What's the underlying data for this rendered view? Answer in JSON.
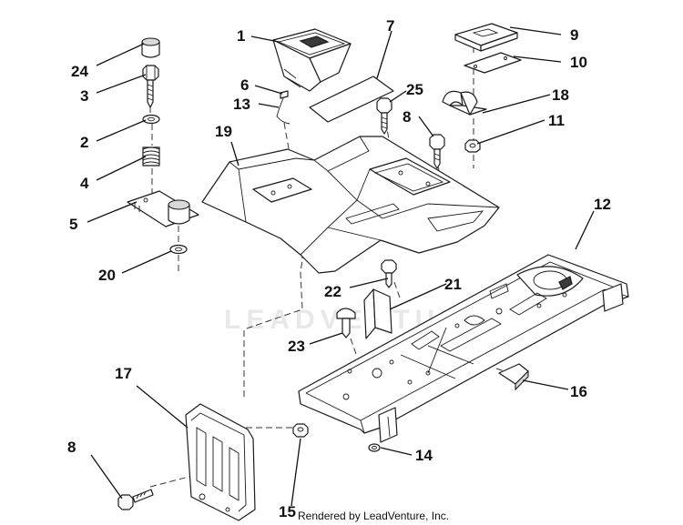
{
  "watermark": "LEADVENTURE",
  "credit": "Rendered by LeadVenture, Inc.",
  "callouts": {
    "c1": "1",
    "c2": "2",
    "c3": "3",
    "c4": "4",
    "c5": "5",
    "c6": "6",
    "c7": "7",
    "c8a": "8",
    "c8b": "8",
    "c9": "9",
    "c10": "10",
    "c11": "11",
    "c12": "12",
    "c13": "13",
    "c14": "14",
    "c15": "15",
    "c16": "16",
    "c17": "17",
    "c18": "18",
    "c19": "19",
    "c20": "20",
    "c21": "21",
    "c22": "22",
    "c23": "23",
    "c24": "24",
    "c25": "25"
  }
}
